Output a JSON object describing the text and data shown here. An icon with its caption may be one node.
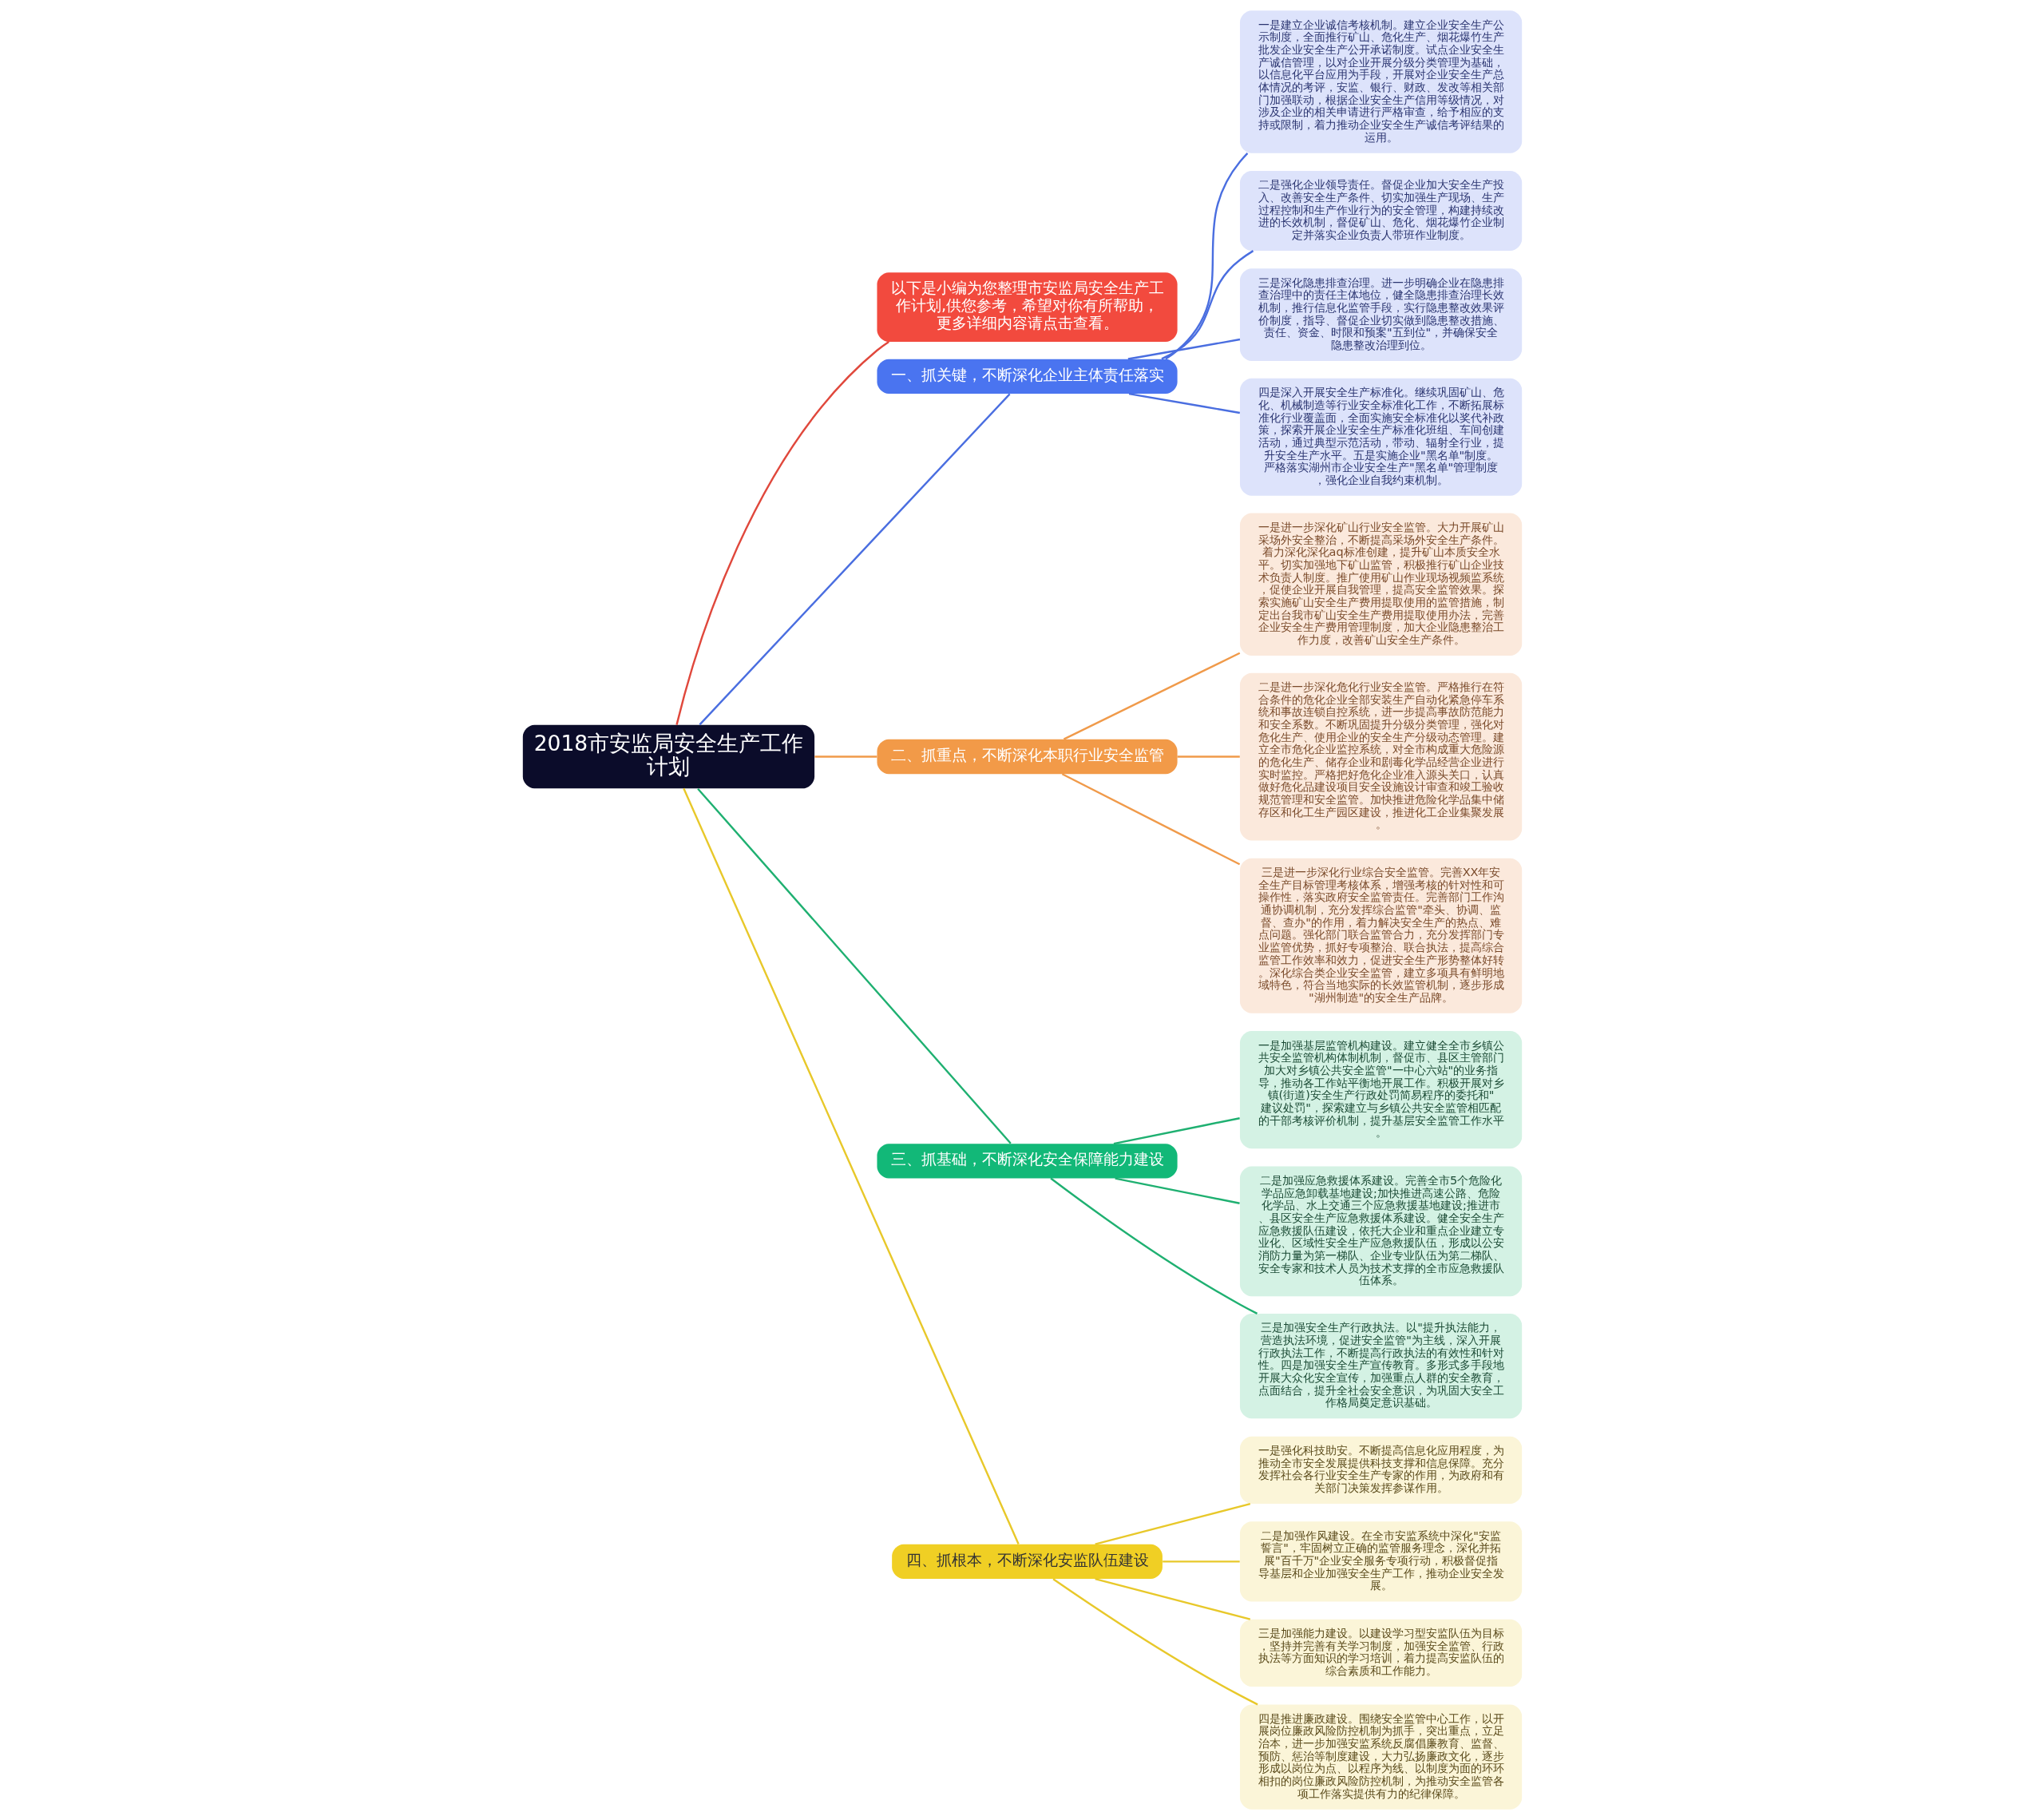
{
  "diagram": {
    "nodes": [
      {
        "text": [
          "2018市安监局安全生产工作计划"
        ]
      },
      {
        "text": [
          "以下是小编为您整理市安监局安全生产工作计划,供您参考，希望对你有所帮助，更多详细内容请点击查看。"
        ]
      },
      {
        "text": [
          "一、抓关键，不断深化企业主体责任落实"
        ]
      },
      {
        "text": [
          "一是建立企业诚信考核机制。建立企业安全生产公示制度，全面推行矿山、危化生产、烟花爆竹生产批发企业安全生产公开承诺制度。试点企业安全生产诚信管理，以对企业开展分级分类管理为基础，以信息化平台应用为手段，开展对企业安全生产总体情况的考评，安监、银行、财政、发改等相关部门加强联动，根据企业安全生产信用等级情况，对涉及企业的相关申请进行严格审查，给予相应的支持或限制，着力推动企业安全生产诚信考评结果的运用。"
        ]
      },
      {
        "text": [
          "二是强化企业领导责任。督促企业加大安全生产投入、改善安全生产条件、切实加强生产现场、生产过程控制和生产作业行为的安全管理，构建持续改进的长效机制，督促矿山、危化、烟花爆竹企业制定并落实企业负责人带班作业制度。"
        ]
      },
      {
        "text": [
          "三是深化隐患排查治理。进一步明确企业在隐患排查治理中的责任主体地位，健全隐患排查治理长效机制，推行信息化监管手段，实行隐患整改效果评价制度，指导、督促企业切实做到隐患整改措施、责任、资金、时限和预案\"五到位\"，并确保安全隐患整改治理到位。"
        ]
      },
      {
        "text": [
          "四是深入开展安全生产标准化。继续巩固矿山、危化、机械制造等行业安全标准化工作，不断拓展标准化行业覆盖面，全面实施安全标准化以奖代补政策，探索开展企业安全生产标准化班组、车间创建活动，通过典型示范活动，带动、辐射全行业，提升安全生产水平。五是实施企业\"黑名单\"制度。严格落实湖州市企业安全生产\"黑名单\"管理制度，强化企业自我约束机制。"
        ]
      },
      {
        "text": [
          "二、抓重点，不断深化本职行业安全监管"
        ]
      },
      {
        "text": [
          "一是进一步深化矿山行业安全监管。大力开展矿山采场外安全整治，不断提高采场外安全生产条件。着力深化深化aq标准创建，提升矿山本质安全水平。切实加强地下矿山监管，积极推行矿山企业技术负责人制度。推广使用矿山作业现场视频监系统，促使企业开展自我管理，提高安全监管效果。探索实施矿山安全生产费用提取使用的监管措施，制定出台我市矿山安全生产费用提取使用办法，完善企业安全生产费用管理制度，加大企业隐患整治工作力度，改善矿山安全生产条件。"
        ]
      },
      {
        "text": [
          "二是进一步深化危化行业安全监管。严格推行在符合条件的危化企业全部安装生产自动化紧急停车系统和事故连锁自控系统，进一步提高事故防范能力和安全系数。不断巩固提升分级分类管理，强化对危化生产、使用企业的安全生产分级动态管理。建立全市危化企业监控系统，对全市构成重大危险源的危化生产、储存企业和剧毒化学品经营企业进行实时监控。严格把好危化企业准入源头关口，认真做好危化品建设项目安全设施设计审查和竣工验收规范管理和安全监管。加快推进危险化学品集中储存区和化工生产园区建设，推进化工企业集聚发展。"
        ]
      },
      {
        "text": [
          "三是进一步深化行业综合安全监管。完善XX年安全生产目标管理考核体系，增强考核的针对性和可操作性，落实政府安全监管责任。完善部门工作沟通协调机制，充分发挥综合监管\"牵头、协调、监督、查办\"的作用，着力解决安全生产的热点、难点问题。强化部门联合监管合力，充分发挥部门专业监管优势，抓好专项整治、联合执法，提高综合监管工作效率和效力，促进安全生产形势整体好转。深化综合类企业安全监管，建立多项具有鲜明地域特色，符合当地实际的长效监管机制，逐步形成\"湖州制造\"的安全生产品牌。"
        ]
      },
      {
        "text": [
          "三、抓基础，不断深化安全保障能力建设"
        ]
      },
      {
        "text": [
          "一是加强基层监管机构建设。建立健全全市乡镇公共安全监管机构体制机制，督促市、县区主管部门加大对乡镇公共安全监管\"一中心六站\"的业务指导，推动各工作站平衡地开展工作。积极开展对乡镇(街道)安全生产行政处罚简易程序的委托和\"建议处罚\"，探索建立与乡镇公共安全监管相匹配的干部考核评价机制，提升基层安全监管工作水平。"
        ]
      },
      {
        "text": [
          "二是加强应急救援体系建设。完善全市5个危险化学品应急卸载基地建设;加快推进高速公路、危险化学品、水上交通三个应急救援基地建设;推进市、县区安全生产应急救援体系建设。健全安全生产应急救援队伍建设，依托大企业和重点企业建立专业化、区域性安全生产应急救援队伍，形成以公安消防力量为第一梯队、企业专业队伍为第二梯队、安全专家和技术人员为技术支撑的全市应急救援队伍体系。"
        ]
      },
      {
        "text": [
          "三是加强安全生产行政执法。以\"提升执法能力，营造执法环境，促进安全监管\"为主线，深入开展行政执法工作，不断提高行政执法的有效性和针对性。四是加强安全生产宣传教育。多形式多手段地开展大众化安全宣传，加强重点人群的安全教育，点面结合，提升全社会安全意识，为巩固大安全工作格局奠定意识基础。"
        ]
      },
      {
        "text": [
          "四、抓根本，不断深化安监队伍建设"
        ]
      },
      {
        "text": [
          "一是强化科技助安。不断提高信息化应用程度，为推动全市安全发展提供科技支撑和信息保障。充分发挥社会各行业安全生产专家的作用，为政府和有关部门决策发挥参谋作用。"
        ]
      },
      {
        "text": [
          "二是加强作风建设。在全市安监系统中深化\"安监誓言\"，牢固树立正确的监管服务理念，深化并拓展\"百千万\"企业安全服务专项行动，积极督促指导基层和企业加强安全生产工作，推动企业安全发展。"
        ]
      },
      {
        "text": [
          "三是加强能力建设。以建设学习型安监队伍为目标，坚持并完善有关学习制度，加强安全监管、行政执法等方面知识的学习培训，着力提高安监队伍的综合素质和工作能力。"
        ]
      },
      {
        "text": [
          "四是推进廉政建设。围绕安全监管中心工作，以开展岗位廉政风险防控机制为抓手，突出重点，立足治本，进一步加强安监系统反腐倡廉教育、监督、预防、惩治等制度建设，大力弘扬廉政文化，逐步形成以岗位为点、以程序为线、以制度为面的环环相扣的岗位廉政风险防控机制，为推动安全监管各项工作落实提供有力的纪律保障。"
        ]
      }
    ],
    "edges": [
      {
        "from": 0,
        "to": 1,
        "arrow": "none",
        "color": "#e0483c"
      },
      {
        "from": 0,
        "to": 2,
        "arrow": "none",
        "color": "#4a6ee0"
      },
      {
        "from": 2,
        "to": 3,
        "arrow": "none",
        "color": "#4a6ee0"
      },
      {
        "from": 2,
        "to": 4,
        "arrow": "none",
        "color": "#4a6ee0"
      },
      {
        "from": 2,
        "to": 5,
        "arrow": "none",
        "color": "#4a6ee0"
      },
      {
        "from": 2,
        "to": 6,
        "arrow": "none",
        "color": "#4a6ee0"
      },
      {
        "from": 0,
        "to": 7,
        "arrow": "none",
        "color": "#f09a4a"
      },
      {
        "from": 7,
        "to": 8,
        "arrow": "none",
        "color": "#f09a4a"
      },
      {
        "from": 7,
        "to": 9,
        "arrow": "none",
        "color": "#f09a4a"
      },
      {
        "from": 7,
        "to": 10,
        "arrow": "none",
        "color": "#f09a4a"
      },
      {
        "from": 0,
        "to": 11,
        "arrow": "none",
        "color": "#1fb071"
      },
      {
        "from": 11,
        "to": 12,
        "arrow": "none",
        "color": "#1fb071"
      },
      {
        "from": 11,
        "to": 13,
        "arrow": "none",
        "color": "#1fb071"
      },
      {
        "from": 11,
        "to": 14,
        "arrow": "none",
        "color": "#1fb071"
      },
      {
        "from": 0,
        "to": 15,
        "arrow": "none",
        "color": "#e8c82a"
      },
      {
        "from": 15,
        "to": 16,
        "arrow": "none",
        "color": "#e8c82a"
      },
      {
        "from": 15,
        "to": 17,
        "arrow": "none",
        "color": "#e8c82a"
      },
      {
        "from": 15,
        "to": 18,
        "arrow": "none",
        "color": "#e8c82a"
      },
      {
        "from": 15,
        "to": 19,
        "arrow": "none",
        "color": "#e8c82a"
      }
    ]
  }
}
